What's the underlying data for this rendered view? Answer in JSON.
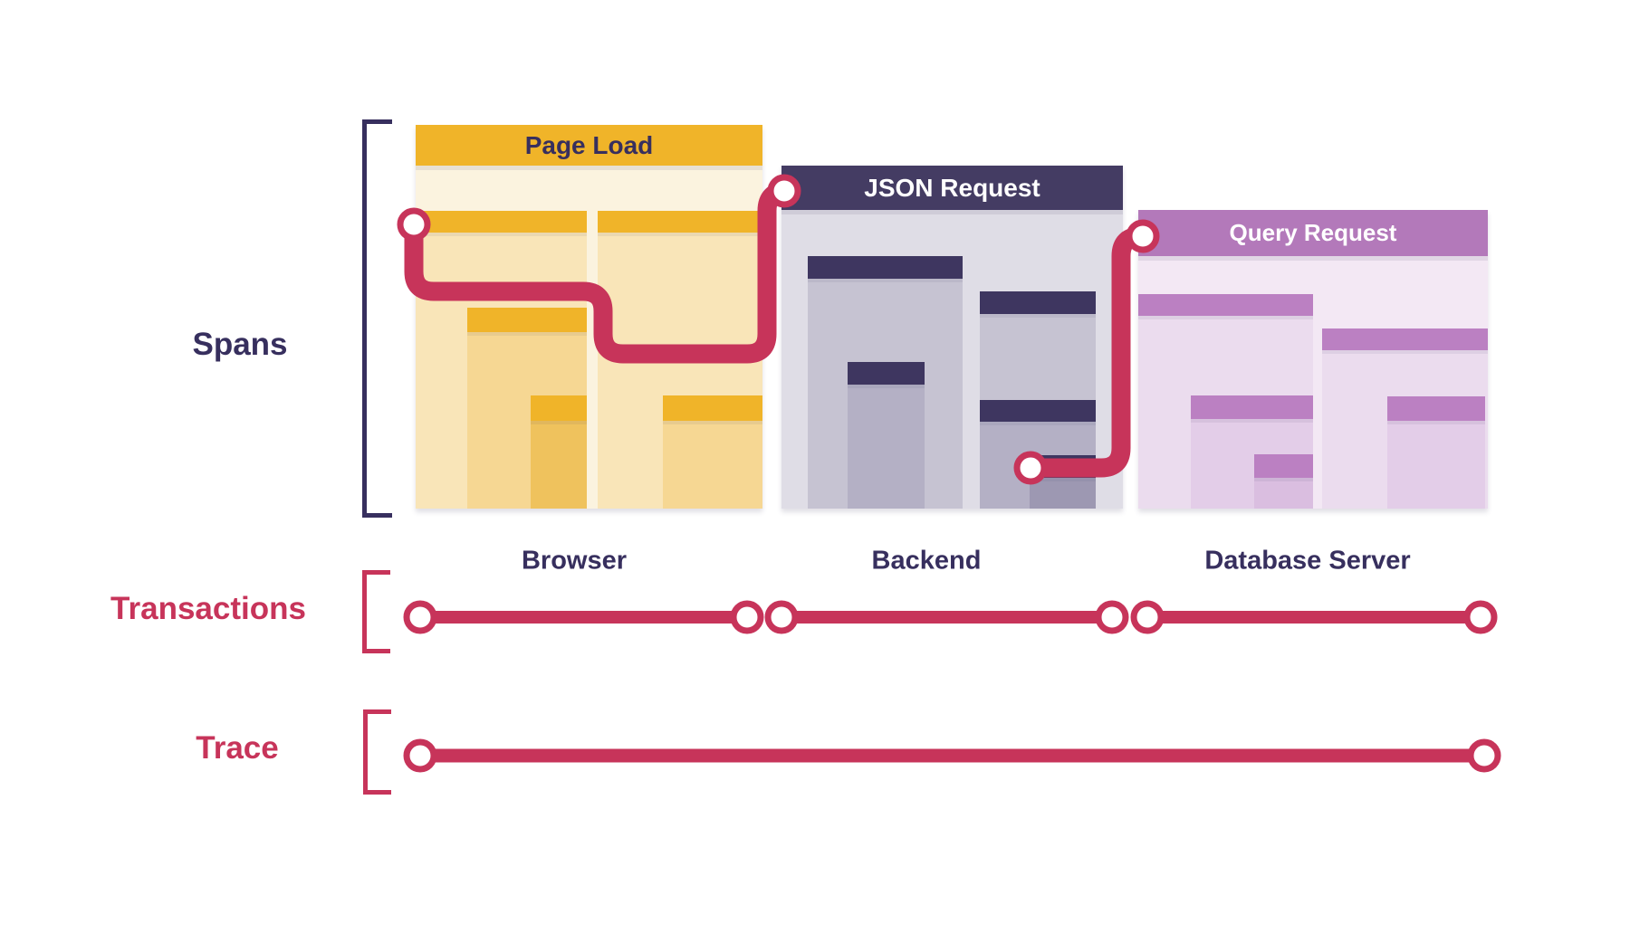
{
  "colors": {
    "red": "#C7345A",
    "gold": "#F0B429",
    "navy": "#443C63",
    "purple": "#B379BA",
    "text-navy": "#372F5E"
  },
  "rows": {
    "spans": {
      "label": "Spans"
    },
    "transactions": {
      "label": "Transactions"
    },
    "trace": {
      "label": "Trace"
    }
  },
  "blocks": [
    {
      "title": "Page Load",
      "service": "Browser",
      "theme": "gold"
    },
    {
      "title": "JSON Request",
      "service": "Backend",
      "theme": "navy"
    },
    {
      "title": "Query Request",
      "service": "Database Server",
      "theme": "purple"
    }
  ]
}
